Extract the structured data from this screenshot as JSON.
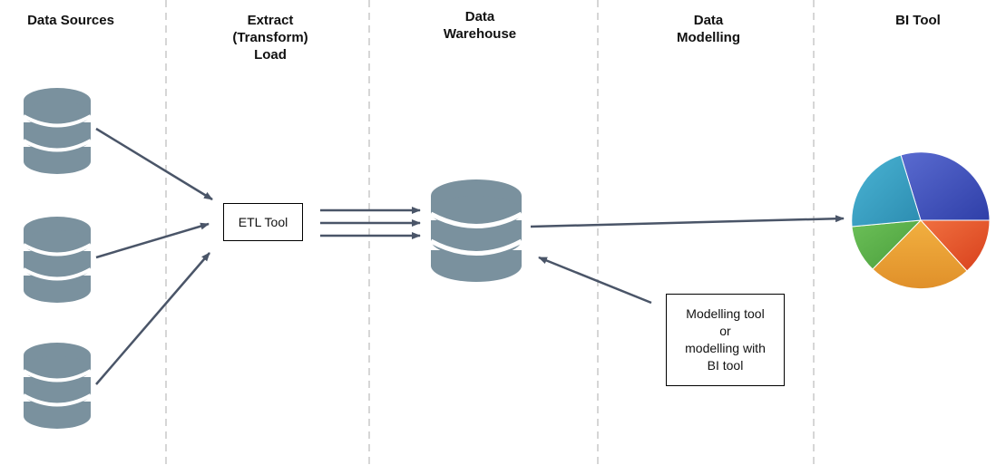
{
  "columns": [
    {
      "id": "data-sources",
      "title": "Data Sources"
    },
    {
      "id": "etl",
      "title": "Extract\n(Transform)\nLoad"
    },
    {
      "id": "warehouse",
      "title": "Data\nWarehouse"
    },
    {
      "id": "modelling",
      "title": "Data\nModelling"
    },
    {
      "id": "bi-tool",
      "title": "BI Tool"
    }
  ],
  "nodes": {
    "etl_tool": {
      "label": "ETL Tool"
    },
    "modelling_note": {
      "label": "Modelling tool\nor\nmodelling with\nBI tool"
    }
  },
  "icons": {
    "source_db": "database-icon",
    "warehouse_db": "database-icon",
    "bi_chart": "pie-chart-icon"
  },
  "colors": {
    "database": "#7a919e",
    "arrow": "#4a5568",
    "divider": "#c8c8c8",
    "pie": [
      "#3f51b5",
      "#e8542c",
      "#eba032",
      "#5cb04c",
      "#3a9fc0"
    ]
  }
}
